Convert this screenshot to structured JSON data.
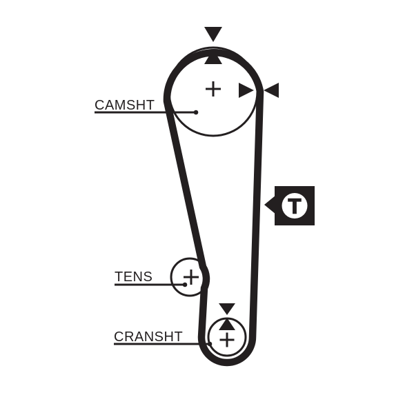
{
  "diagram": {
    "colors": {
      "ink": "#231f20",
      "paper": "#ffffff"
    },
    "labels": {
      "camshaft": "CAMSHT",
      "tensioner": "TENS",
      "crankshaft": "CRANSHT"
    },
    "badge": {
      "letter": "T"
    },
    "icons": {
      "camshaft_top_marks": "opposed-vertical-arrowheads",
      "camshaft_side_marks": "opposed-horizontal-arrowheads",
      "crankshaft_top_marks": "opposed-vertical-arrowheads",
      "badge_pointer": "left-arrowhead"
    }
  }
}
